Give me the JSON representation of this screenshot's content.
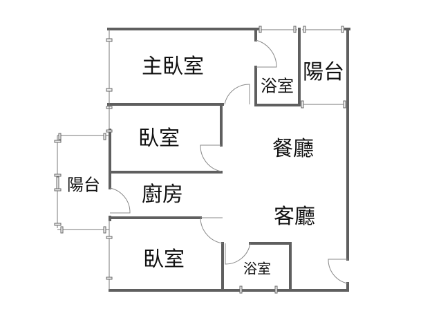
{
  "rooms": {
    "master_bedroom": "主臥室",
    "bath_top": "浴室",
    "balcony_right": "陽台",
    "bedroom_middle": "臥室",
    "dining": "餐廳",
    "balcony_left": "陽台",
    "kitchen": "廚房",
    "living": "客廳",
    "bedroom_bottom": "臥室",
    "bath_bottom": "浴室"
  },
  "colors": {
    "wall": "#5f5f5f",
    "window": "#777777"
  }
}
